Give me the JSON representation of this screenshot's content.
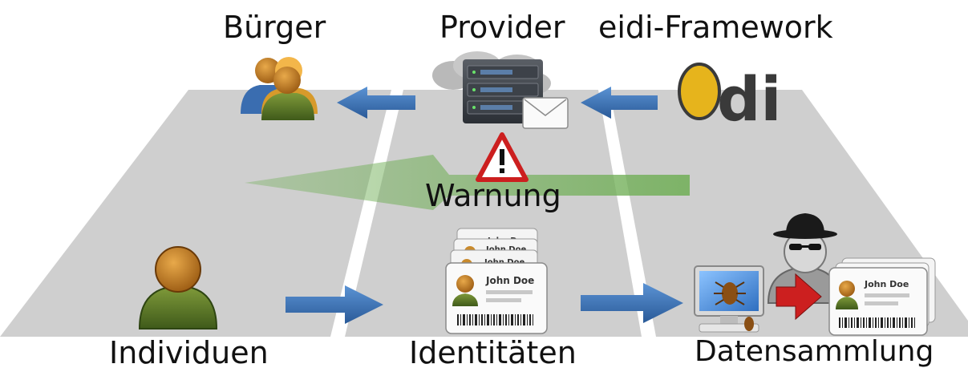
{
  "labels": {
    "top": {
      "buerger": "Bürger",
      "provider": "Provider",
      "framework": "eidi-Framework"
    },
    "bottom": {
      "individuen": "Individuen",
      "identitaeten": "Identitäten",
      "datensammlung": "Datensammlung"
    },
    "warning": "Warnung"
  },
  "cards": {
    "name": "John Doe"
  },
  "logo": {
    "text": "di"
  },
  "colors": {
    "lane": "#cfcfcf",
    "blue_arrow": "#3a73b8",
    "green_arrow": "#66a84a",
    "warning_red": "#cc1f1f",
    "logo_egg": "#e6b41c",
    "logo_text": "#3a3a3a"
  },
  "icons": [
    "people-group-icon",
    "server-cloud-icon",
    "envelope-icon",
    "egg-logo-icon",
    "warning-icon",
    "person-icon",
    "id-card-stack-icon",
    "computer-bug-icon",
    "spy-icon",
    "red-arrow-icon",
    "id-card-collection-icon"
  ]
}
